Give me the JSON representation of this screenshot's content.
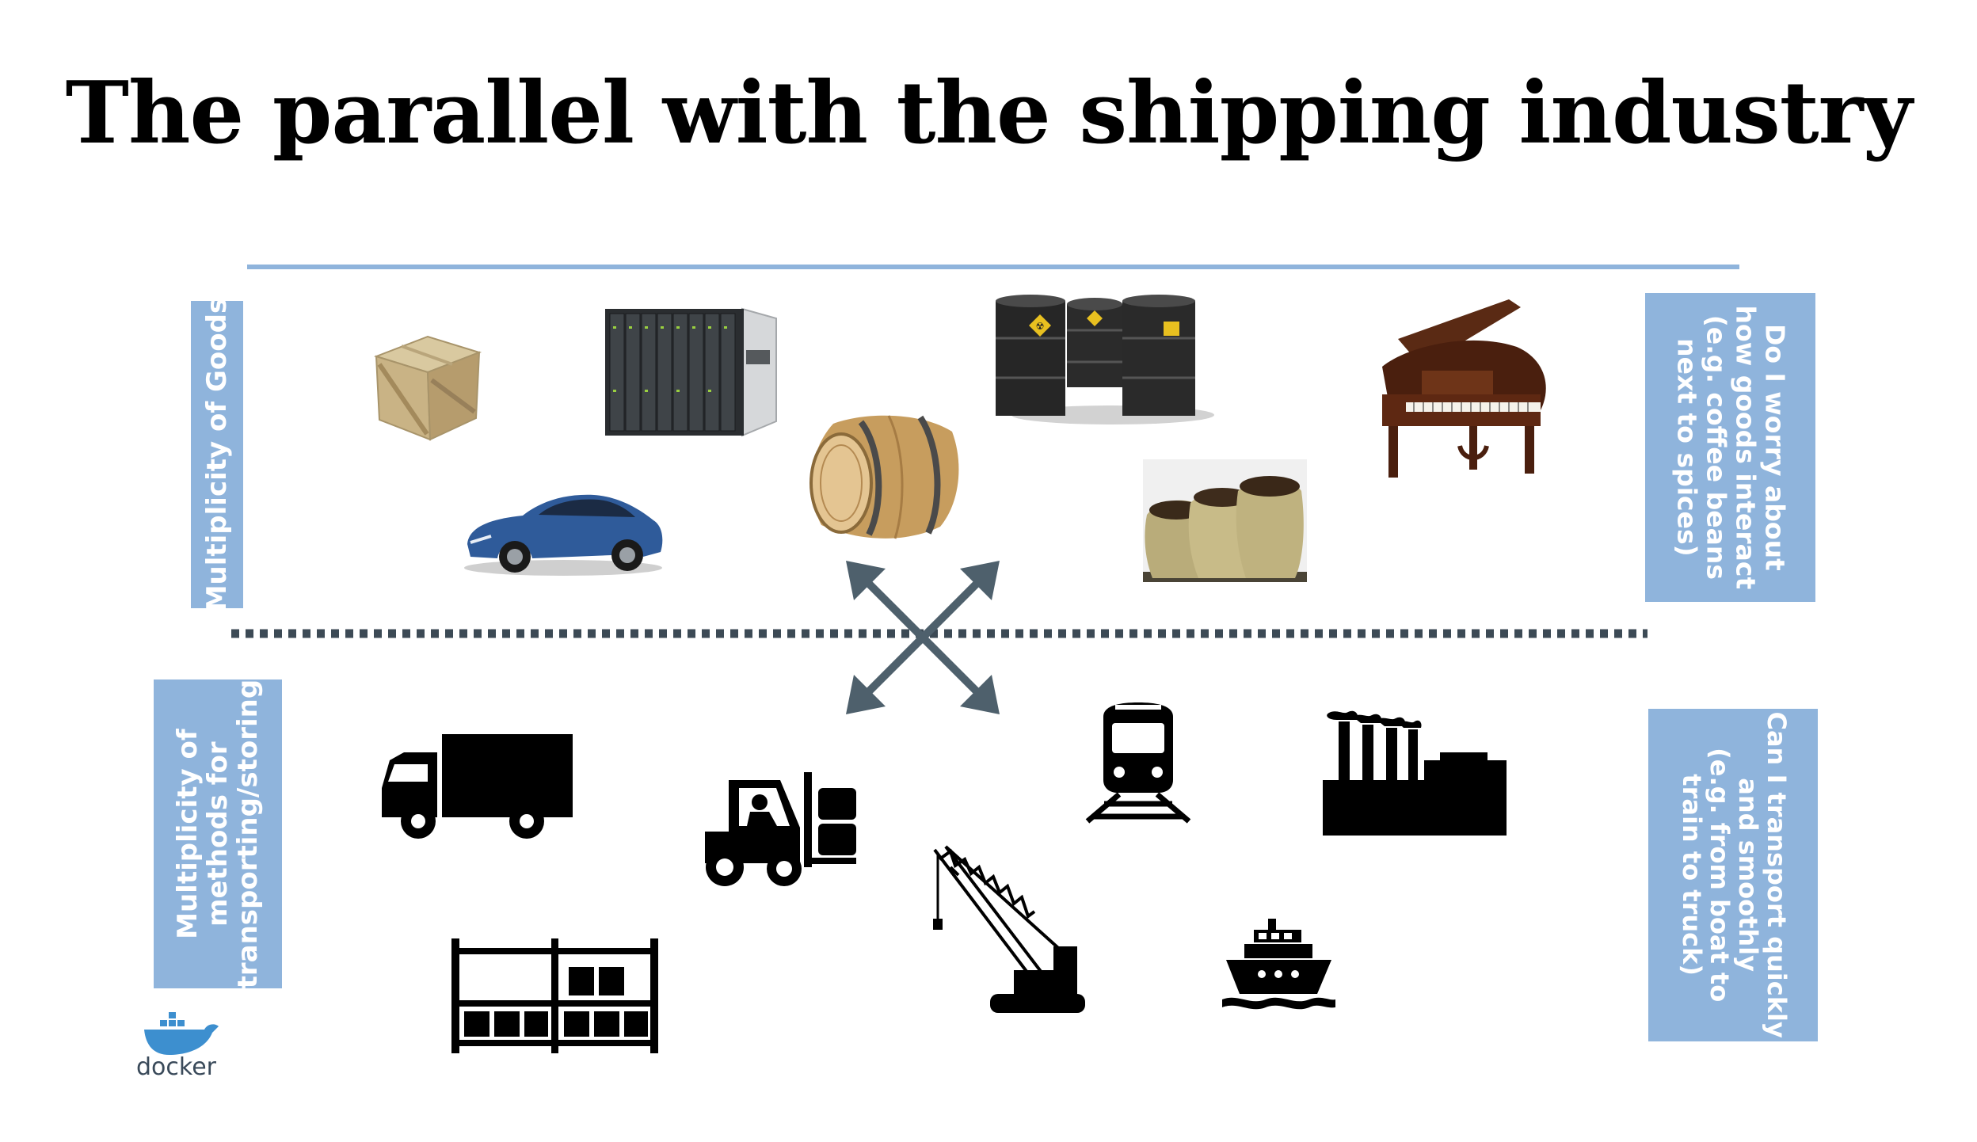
{
  "title": "The parallel with the shipping industry",
  "labels": {
    "goods": "Multiplicity of Goods",
    "methods": "Multiplicity of\nmethods for\ntransporting/storing",
    "goods_question": "Do I worry about\nhow goods interact\n(e.g. coffee beans\nnext to spices)",
    "methods_question": "Can I transport quickly\nand smoothly\n(e.g. from boat to\ntrain to truck)"
  },
  "logo": {
    "text": "docker"
  },
  "colors": {
    "label_bg": "#8fb4dc",
    "rule": "#8fb4dc",
    "dotted": "#3c4a55",
    "arrows": "#4e606c",
    "silhouette": "#000000"
  },
  "goods_icons": [
    "crate-icon",
    "server-icon",
    "car-icon",
    "barrel-icon",
    "oil-drums-icon",
    "sacks-icon",
    "piano-icon"
  ],
  "method_icons": [
    "truck-icon",
    "forklift-icon",
    "train-icon",
    "factory-icon",
    "crane-icon",
    "ship-icon",
    "container-rack-icon"
  ]
}
